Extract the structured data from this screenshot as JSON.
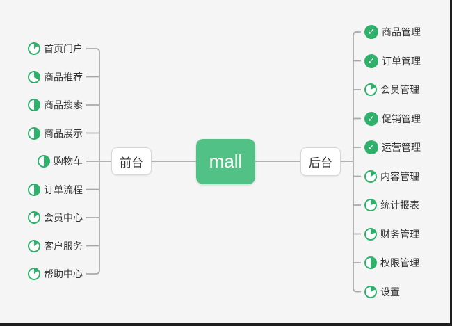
{
  "colors": {
    "icon_green": "#2fb16c",
    "root_green": "#52c186",
    "line": "#a8a8a8",
    "text": "#333333",
    "node_border": "#d6d6d6",
    "background": "#f5f5f6",
    "frame_edge": "#1e1e1e"
  },
  "root": {
    "label": "mall"
  },
  "branches": [
    {
      "label": "前台",
      "side": "left",
      "items": [
        {
          "label": "首页门户",
          "icon": "pie",
          "progress": 0.15
        },
        {
          "label": "商品推荐",
          "icon": "pie",
          "progress": 0.33
        },
        {
          "label": "商品搜索",
          "icon": "pie",
          "progress": 0.5
        },
        {
          "label": "商品展示",
          "icon": "pie",
          "progress": 0.5
        },
        {
          "label": "购物车",
          "icon": "pie",
          "progress": 0.5
        },
        {
          "label": "订单流程",
          "icon": "pie",
          "progress": 0.5
        },
        {
          "label": "会员中心",
          "icon": "pie",
          "progress": 0.15
        },
        {
          "label": "客户服务",
          "icon": "pie",
          "progress": 0.15
        },
        {
          "label": "帮助中心",
          "icon": "pie",
          "progress": 0.15
        }
      ]
    },
    {
      "label": "后台",
      "side": "right",
      "items": [
        {
          "label": "商品管理",
          "icon": "check"
        },
        {
          "label": "订单管理",
          "icon": "check"
        },
        {
          "label": "会员管理",
          "icon": "pie",
          "progress": 0.17
        },
        {
          "label": "促销管理",
          "icon": "check"
        },
        {
          "label": "运营管理",
          "icon": "check"
        },
        {
          "label": "内容管理",
          "icon": "pie",
          "progress": 0.17
        },
        {
          "label": "统计报表",
          "icon": "pie",
          "progress": 0.2
        },
        {
          "label": "财务管理",
          "icon": "pie",
          "progress": 0.2
        },
        {
          "label": "权限管理",
          "icon": "pie",
          "progress": 0.5
        },
        {
          "label": "设置",
          "icon": "pie",
          "progress": 0.17
        }
      ]
    }
  ]
}
